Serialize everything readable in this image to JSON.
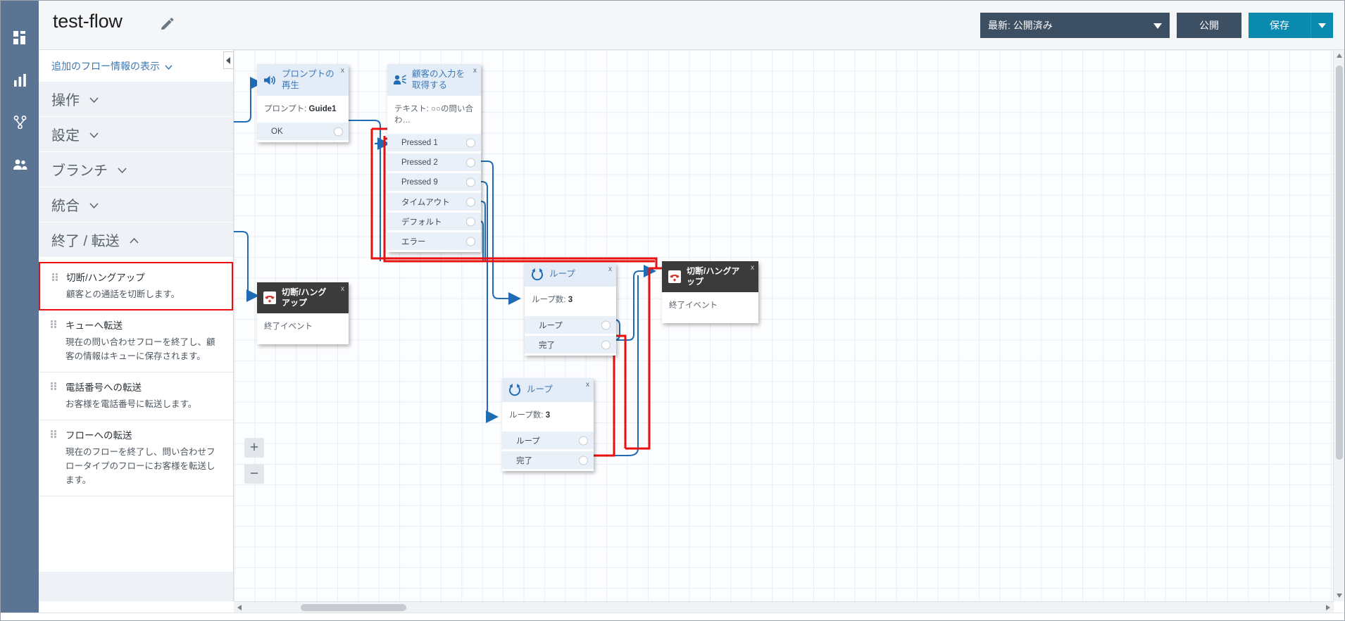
{
  "header": {
    "flow_title": "test-flow",
    "edit_icon": "pencil-icon",
    "version_label": "最新: 公開済み",
    "publish_label": "公開",
    "save_label": "保存",
    "accent_color": "#0b8ab0",
    "header_dark": "#3d4f63"
  },
  "rail": {
    "items": [
      {
        "icon": "dashboard-icon",
        "name": "rail-dashboard"
      },
      {
        "icon": "chart-icon",
        "name": "rail-analytics"
      },
      {
        "icon": "flow-icon",
        "name": "rail-flows"
      },
      {
        "icon": "people-icon",
        "name": "rail-people"
      }
    ]
  },
  "toolbox": {
    "more_info_label": "追加のフロー情報の表示",
    "sections": [
      {
        "label": "操作",
        "expanded": false
      },
      {
        "label": "設定",
        "expanded": false
      },
      {
        "label": "ブランチ",
        "expanded": false
      },
      {
        "label": "統合",
        "expanded": false
      },
      {
        "label": "終了 / 転送",
        "expanded": true
      }
    ],
    "items": [
      {
        "title": "切断/ハングアップ",
        "desc": "顧客との通話を切断します。",
        "selected": true
      },
      {
        "title": "キューへ転送",
        "desc": "現在の問い合わせフローを終了し、顧客の情報はキューに保存されます。",
        "selected": false
      },
      {
        "title": "電話番号への転送",
        "desc": "お客様を電話番号に転送します。",
        "selected": false
      },
      {
        "title": "フローへの転送",
        "desc": "現在のフローを終了し、問い合わせフロータイプのフローにお客様を転送します。",
        "selected": false
      }
    ],
    "collapse_icon": "chevron-left-icon"
  },
  "canvas": {
    "zoom_in_label": "+",
    "zoom_out_label": "−",
    "nodes": [
      {
        "id": "play-prompt",
        "icon": "speaker-icon",
        "title": "プロンプトの再生",
        "subtitle_prefix": "プロンプト: ",
        "subtitle_value": "Guide1",
        "close_label": "x",
        "style": "light",
        "ports": [
          {
            "label": "OK"
          }
        ]
      },
      {
        "id": "get-customer-input",
        "icon": "customer-input-icon",
        "title": "顧客の入力を取得する",
        "subtitle_prefix": "テキスト: ",
        "subtitle_value": "○○の問い合わ…",
        "close_label": "x",
        "style": "light",
        "ports": [
          {
            "label": "Pressed 1"
          },
          {
            "label": "Pressed 2"
          },
          {
            "label": "Pressed 9"
          },
          {
            "label": "タイムアウト"
          },
          {
            "label": "デフォルト"
          },
          {
            "label": "エラー"
          }
        ]
      },
      {
        "id": "hangup-1",
        "icon": "hangup-icon",
        "title": "切断/ハングアップ",
        "subtitle_prefix": "終了イベント",
        "subtitle_value": "",
        "close_label": "x",
        "style": "dark",
        "ports": []
      },
      {
        "id": "loop-1",
        "icon": "loop-icon",
        "title": "ループ",
        "subtitle_prefix": "ループ数: ",
        "subtitle_value": "3",
        "close_label": "x",
        "style": "light",
        "ports": [
          {
            "label": "ループ"
          },
          {
            "label": "完了"
          }
        ]
      },
      {
        "id": "loop-2",
        "icon": "loop-icon",
        "title": "ループ",
        "subtitle_prefix": "ループ数: ",
        "subtitle_value": "3",
        "close_label": "x",
        "style": "light",
        "ports": [
          {
            "label": "ループ"
          },
          {
            "label": "完了"
          }
        ]
      },
      {
        "id": "hangup-2",
        "icon": "hangup-icon",
        "title": "切断/ハングアップ",
        "subtitle_prefix": "終了イベント",
        "subtitle_value": "",
        "close_label": "x",
        "style": "dark",
        "ports": []
      }
    ],
    "edge_colors": {
      "normal": "#1f6cb5",
      "highlight": "#e8110f"
    }
  }
}
